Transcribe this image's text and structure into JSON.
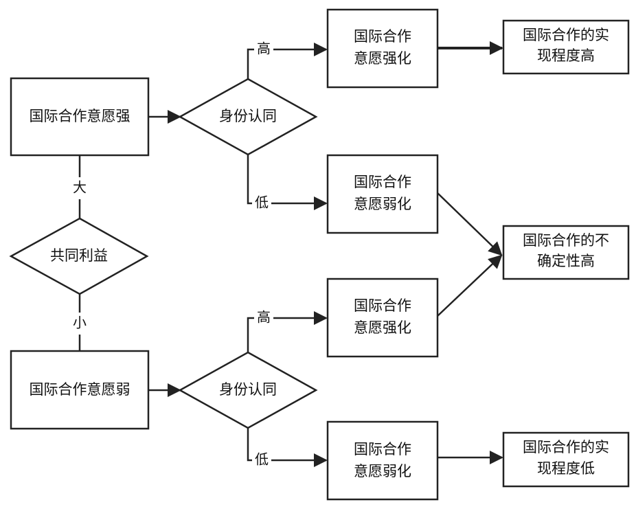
{
  "nodes": {
    "strong_will": "国际合作意愿强",
    "weak_will": "国际合作意愿弱",
    "common_interest": "共同利益",
    "identity_top": "身份认同",
    "identity_bottom": "身份认同",
    "strengthen_top": [
      "国际合作",
      "意愿强化"
    ],
    "weaken_top": [
      "国际合作",
      "意愿弱化"
    ],
    "strengthen_bottom": [
      "国际合作",
      "意愿强化"
    ],
    "weaken_bottom": [
      "国际合作",
      "意愿弱化"
    ],
    "result_high": [
      "国际合作的实",
      "现程度高"
    ],
    "result_uncertain": [
      "国际合作的不",
      "确定性高"
    ],
    "result_low": [
      "国际合作的实",
      "现程度低"
    ]
  },
  "labels": {
    "big": "大",
    "small": "小",
    "high_top": "高",
    "low_top": "低",
    "high_bottom": "高",
    "low_bottom": "低"
  }
}
